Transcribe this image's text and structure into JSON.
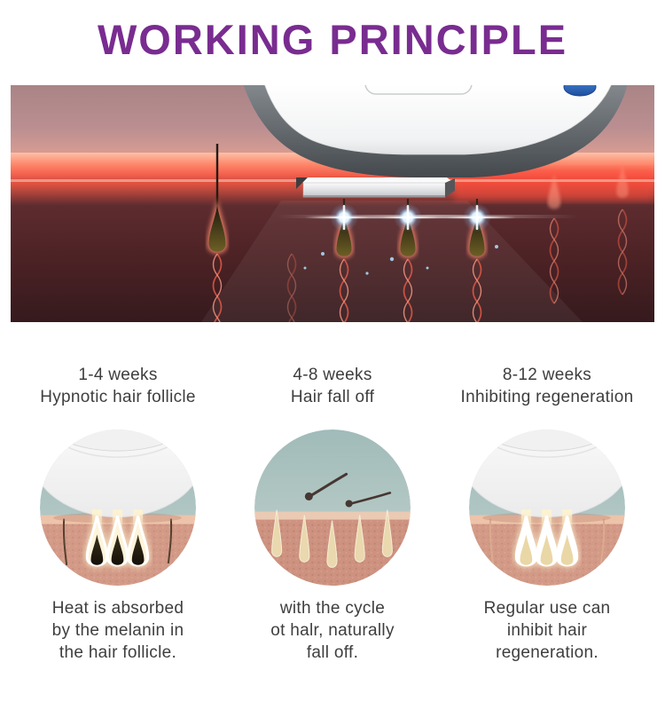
{
  "title": "WORKING PRINCIPLE",
  "colors": {
    "title_purple": "#792c90",
    "body_text": "#3e3e3e",
    "device_button_blue": "#2f6fc4",
    "skin_glow_red": "#ff6a50",
    "dermis_maroon": "#4c2225"
  },
  "hero": {
    "description": "IPL device flashing light onto skin cross-section, heating dark hair follicle bulbs"
  },
  "stages": [
    {
      "period": "1-4 weeks",
      "name": "Hypnotic hair follicle",
      "illustration": "device-heating-hair-follicles",
      "caption": "Heat is absorbed\nby the melanin in\nthe hair follicle."
    },
    {
      "period": "4-8 weeks",
      "name": "Hair fall off",
      "illustration": "hairs-falling-off-skin",
      "caption": "with the cycle\not halr, naturally\nfall off."
    },
    {
      "period": "8-12 weeks",
      "name": "Inhibiting regeneration",
      "illustration": "empty-hair-follicles",
      "caption": "Regular use can\ninhibit hair\nregeneration."
    }
  ]
}
